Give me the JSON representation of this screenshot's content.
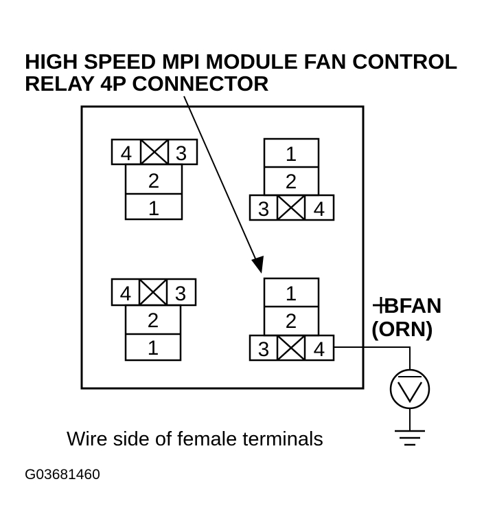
{
  "title": {
    "line1": "HIGH SPEED MPI MODULE FAN CONTROL",
    "line2": "RELAY 4P CONNECTOR"
  },
  "connectors": [
    {
      "pin_1": "1",
      "pin_2": "2",
      "pin_3": "3",
      "pin_4": "4"
    },
    {
      "pin_1": "1",
      "pin_2": "2",
      "pin_3": "3",
      "pin_4": "4"
    },
    {
      "pin_1": "1",
      "pin_2": "2",
      "pin_3": "3",
      "pin_4": "4"
    },
    {
      "pin_1": "1",
      "pin_2": "2",
      "pin_3": "3",
      "pin_4": "4"
    }
  ],
  "wire": {
    "terminal": "+BFAN",
    "color": "(ORN)"
  },
  "caption": "Wire side of female terminals",
  "figure_id": "G03681460",
  "colors": {
    "ink": "#000000",
    "background": "#ffffff"
  },
  "icons": {
    "meter": "voltmeter-icon",
    "ground": "ground-icon",
    "blank": "blank-terminal-x"
  }
}
